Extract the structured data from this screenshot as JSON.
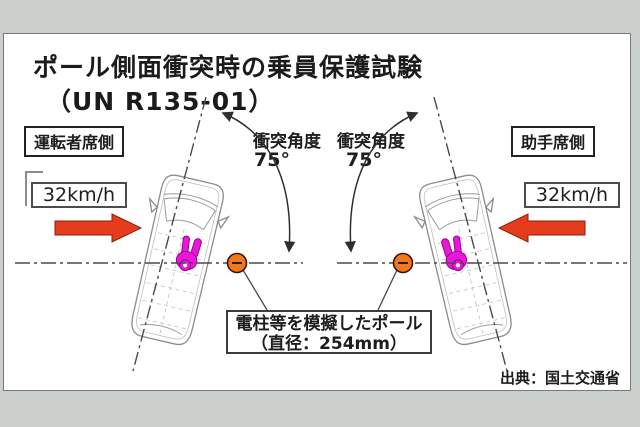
{
  "title": {
    "line1": "ポール側面衝突時の乗員保護試験",
    "line2": "（UN R135-01）"
  },
  "side_labels": {
    "driver": "運転者席側",
    "passenger": "助手席側"
  },
  "speed": {
    "left": "32km/h",
    "right": "32km/h"
  },
  "angle": {
    "left_label": "衝突角度",
    "left_value": "75°",
    "right_label": "衝突角度",
    "right_value": "75°"
  },
  "pole_caption": {
    "line1": "電柱等を模擬したポール",
    "line2": "（直径：254mm）"
  },
  "source": "出典：国土交通省",
  "values": {
    "speed_kmh": 32,
    "impact_angle_deg": 75,
    "pole_diameter_mm": 254
  },
  "colors": {
    "background_band": "#ccd0cc",
    "arrow_red": "#e63c1e",
    "pole_orange": "#f0791f",
    "dummy_magenta": "#e818d8",
    "chain_line": "#4a4a4a",
    "car_outline": "#8d8d8d"
  }
}
